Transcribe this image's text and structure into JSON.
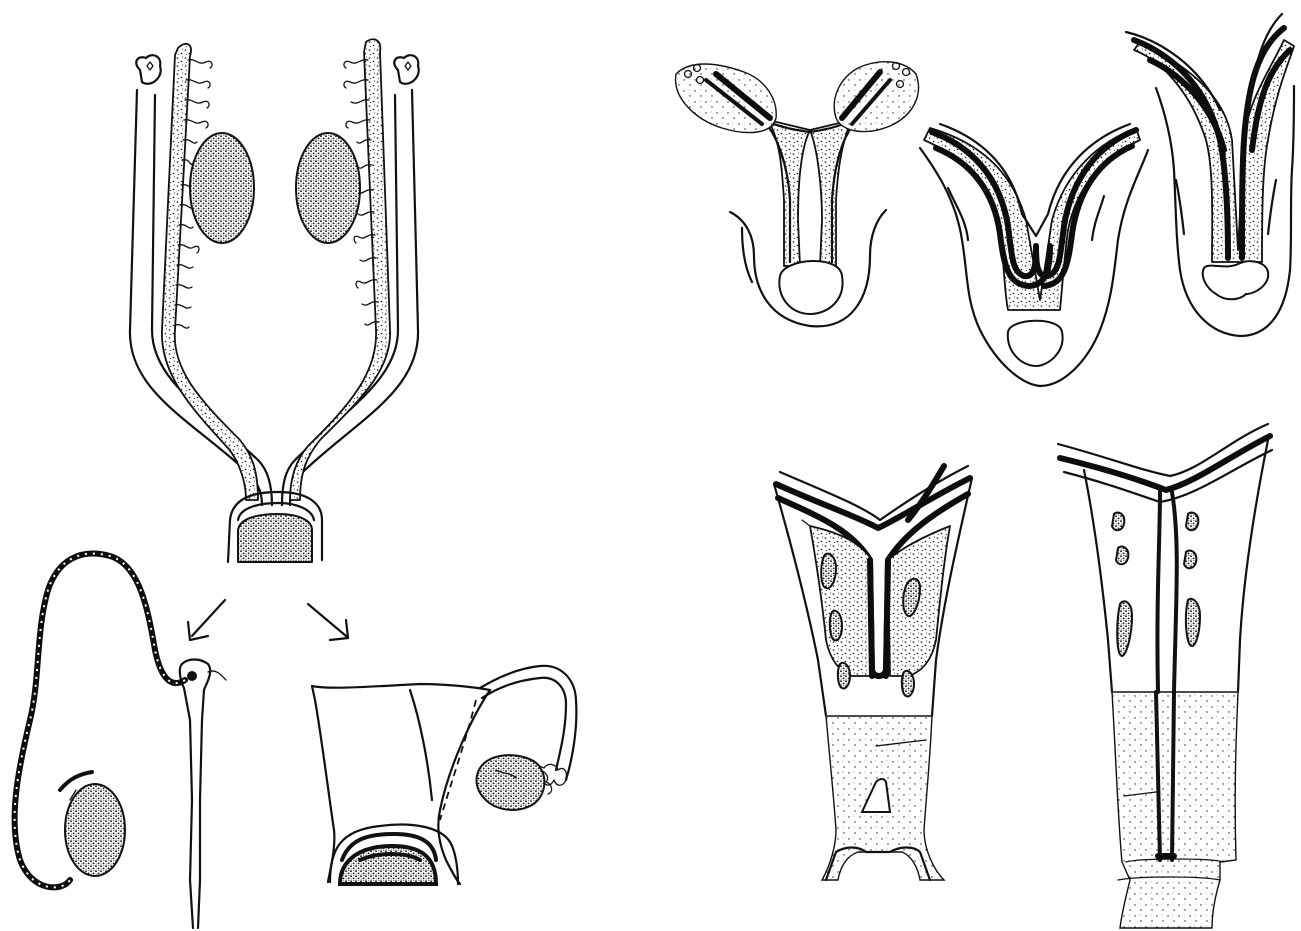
{
  "figure": {
    "panels": [
      {
        "id": "indifferent-stage",
        "content": "ducts-and-gonads"
      },
      {
        "id": "male-derivative",
        "content": "testis-and-duct"
      },
      {
        "id": "female-derivative",
        "content": "uterus-tube-ovary"
      },
      {
        "id": "fusion-stage-1",
        "content": "paired-ducts-section"
      },
      {
        "id": "fusion-stage-2",
        "content": "fusing-ducts-section"
      },
      {
        "id": "fusion-stage-3",
        "content": "fused-ducts-section"
      },
      {
        "id": "uterovaginal-stage-1",
        "content": "uterus-vaginal-plate"
      },
      {
        "id": "uterovaginal-stage-2",
        "content": "uterus-vagina-canal"
      }
    ],
    "icons": [
      "arrow-left-down-icon",
      "arrow-right-down-icon"
    ],
    "colors": {
      "ink": "#111111",
      "paper": "#ffffff"
    }
  }
}
